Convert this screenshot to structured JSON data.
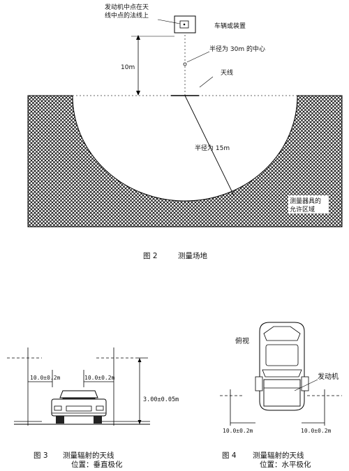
{
  "fig2": {
    "engine_note_line1": "发动机中点在天",
    "engine_note_line2": "线中点的法线上",
    "vehicle_label": "车辆或装置",
    "center_label": "半径为 30m 的中心",
    "distance_label": "10m",
    "antenna_label": "天线",
    "radius_label": "半径为 15m",
    "area_label_line1": "测量器具的",
    "area_label_line2": "允许区域",
    "caption_num": "图 2",
    "caption_title": "测量场地"
  },
  "fig3": {
    "dim_left": "10.0±0.2m",
    "dim_right": "10.0±0.2m",
    "height_label": "3.00±0.05m",
    "caption_num": "图 3",
    "caption_title": "测量辐射的天线",
    "caption_sub": "位置：垂直极化"
  },
  "fig4": {
    "top_view_label": "俯视",
    "engine_label": "发动机",
    "dim_left": "10.0±0.2m",
    "dim_right": "10.0±0.2m",
    "caption_num": "图 4",
    "caption_title": "测量辐射的天线",
    "caption_sub": "位置：水平极化"
  }
}
